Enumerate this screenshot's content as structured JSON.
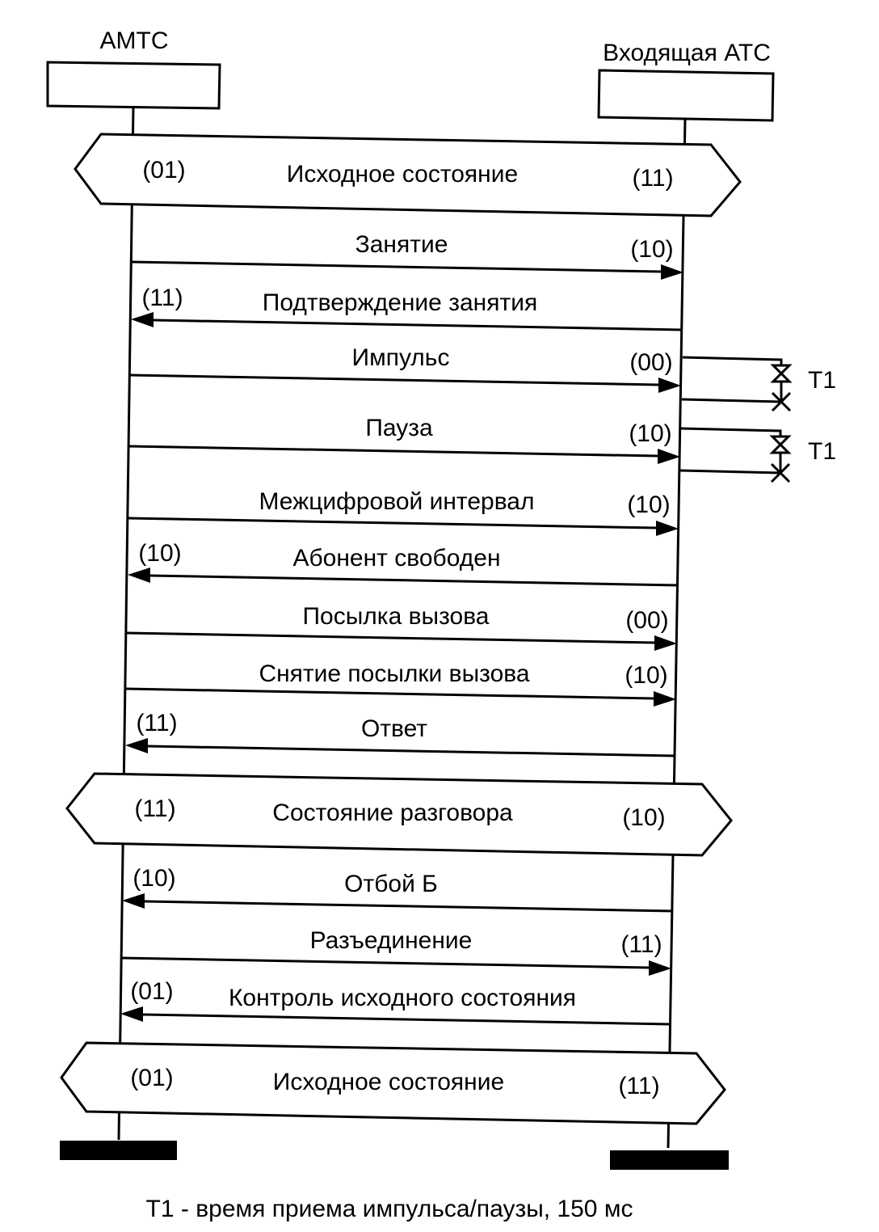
{
  "participants": {
    "left": "АМТС",
    "right": "Входящая АТС"
  },
  "states": [
    {
      "label": "Исходное состояние",
      "left_code": "(01)",
      "right_code": "(11)"
    },
    {
      "label": "Состояние разговора",
      "left_code": "(11)",
      "right_code": "(10)"
    },
    {
      "label": "Исходное состояние",
      "left_code": "(01)",
      "right_code": "(11)"
    }
  ],
  "messages": [
    {
      "label": "Занятие",
      "code": "(10)",
      "direction": "right"
    },
    {
      "label": "Подтверждение занятия",
      "code": "(11)",
      "direction": "left"
    },
    {
      "label": "Импульс",
      "code": "(00)",
      "direction": "right",
      "timer": "T1"
    },
    {
      "label": "Пауза",
      "code": "(10)",
      "direction": "right",
      "timer": "T1"
    },
    {
      "label": "Межцифровой интервал",
      "code": "(10)",
      "direction": "right"
    },
    {
      "label": "Абонент свободен",
      "code": "(10)",
      "direction": "left"
    },
    {
      "label": "Посылка вызова",
      "code": "(00)",
      "direction": "right"
    },
    {
      "label": "Снятие посылки вызова",
      "code": "(10)",
      "direction": "right"
    },
    {
      "label": "Ответ",
      "code": "(11)",
      "direction": "left"
    },
    {
      "label": "Отбой Б",
      "code": "(10)",
      "direction": "left"
    },
    {
      "label": "Разъединение",
      "code": "(11)",
      "direction": "right"
    },
    {
      "label": "Контроль исходного состояния",
      "code": "(01)",
      "direction": "left"
    }
  ],
  "footnote": "T1 - время приема импульса/паузы, 150 мс"
}
